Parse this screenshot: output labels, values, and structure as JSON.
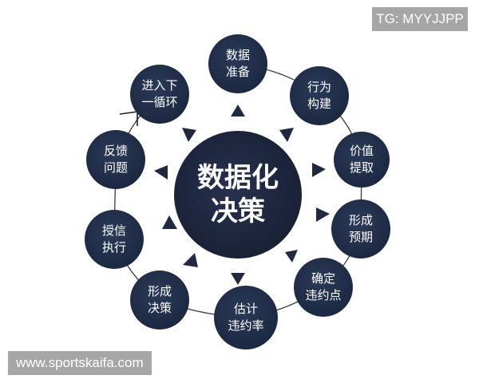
{
  "watermarks": {
    "top_right": "TG: MYYJJPP",
    "bottom_left": "www.sportskaifa.com"
  },
  "center": {
    "line1": "数据化",
    "line2": "决策"
  },
  "nodes": [
    {
      "line1": "数据",
      "line2": "准备"
    },
    {
      "line1": "行为",
      "line2": "构建"
    },
    {
      "line1": "价值",
      "line2": "提取"
    },
    {
      "line1": "形成",
      "line2": "预期"
    },
    {
      "line1": "确定",
      "line2": "违约点"
    },
    {
      "line1": "估计",
      "line2": "违约率"
    },
    {
      "line1": "形成",
      "line2": "决策"
    },
    {
      "line1": "授信",
      "line2": "执行"
    },
    {
      "line1": "反馈",
      "line2": "问题"
    },
    {
      "line1": "进入下",
      "line2": "一循环"
    }
  ],
  "colors": {
    "node_fill": "#1f2d45",
    "center_fill": "#1c2438",
    "ring_line": "#3a3a3a",
    "text": "#ffffff",
    "watermark_bg": "#a6a6a6"
  }
}
